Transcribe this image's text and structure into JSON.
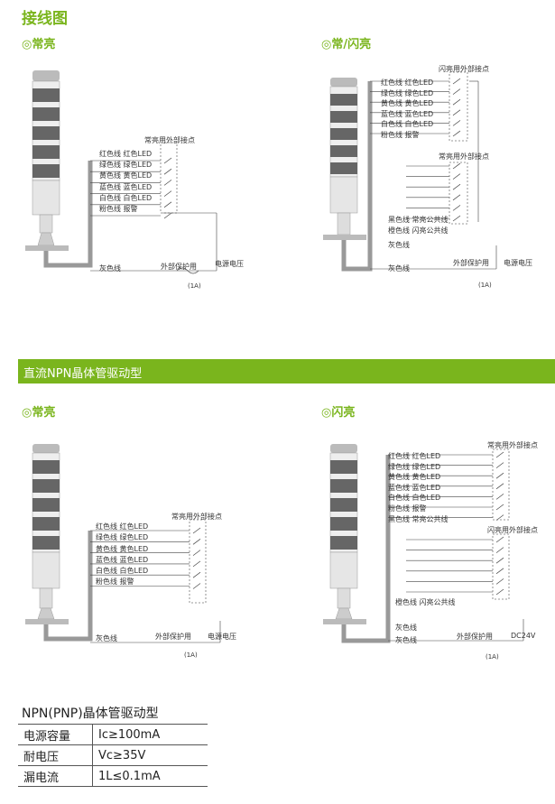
{
  "page_title": "接线图",
  "sections": {
    "top_left": {
      "title": "常亮"
    },
    "top_right": {
      "title": "常/闪亮"
    },
    "bottom_left": {
      "title": "常亮"
    },
    "bottom_right": {
      "title": "闪亮"
    }
  },
  "banner": "直流NPN晶体管驱动型",
  "ring_symbol": "◎",
  "labels": {
    "contacts_steady": "常亮用外部接点",
    "contacts_flash": "闪亮用外部接点",
    "external_protection": "外部保护用",
    "fuse_rating": "(1A)",
    "power_voltage": "电源电压",
    "dc24v": "DC24V",
    "gray_wire": "灰色线",
    "black_wire_common": "黑色线 常亮公共线",
    "orange_wire_common": "橙色线 闪亮公共线",
    "black_wire": "黑色线",
    "common_steady": "常亮公共线",
    "orange_wire": "橙色线",
    "common_flash": "闪亮公共线"
  },
  "wires_full": [
    "红色线 红色LED",
    "绿色线 绿色LED",
    "黄色线 黄色LED",
    "蓝色线 蓝色LED",
    "白色线 白色LED",
    "粉色线 报警"
  ],
  "wires": [
    {
      "wire": "红色线",
      "load": "红色LED"
    },
    {
      "wire": "绿色线",
      "load": "绿色LED"
    },
    {
      "wire": "黄色线",
      "load": "黄色LED"
    },
    {
      "wire": "蓝色线",
      "load": "蓝色LED"
    },
    {
      "wire": "白色线",
      "load": "白色LED"
    },
    {
      "wire": "粉色线",
      "load": "报警"
    }
  ],
  "spec_title": "NPN(PNP)晶体管驱动型",
  "spec": [
    {
      "key": "电源容量",
      "value": "Ic≥100mA"
    },
    {
      "key": "耐电压",
      "value": "Vc≥35V"
    },
    {
      "key": "漏电流",
      "value": "1L≤0.1mA"
    }
  ]
}
